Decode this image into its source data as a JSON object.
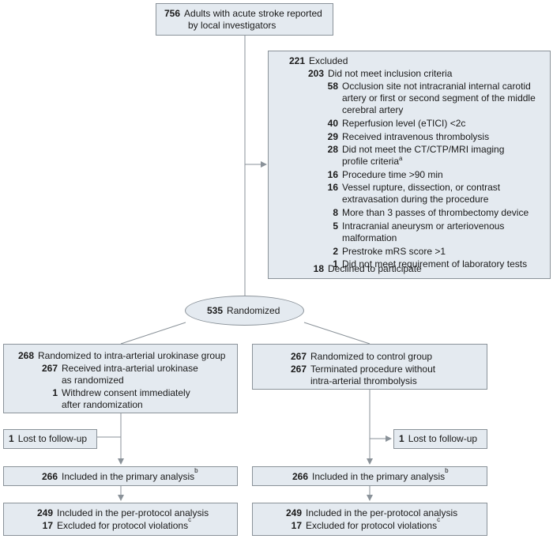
{
  "top": {
    "n": "756",
    "line1": "Adults with acute stroke reported",
    "line2": "by local investigators"
  },
  "excluded": {
    "total_n": "221",
    "total_label": "Excluded",
    "criteria_n": "203",
    "criteria_label": "Did not meet inclusion criteria",
    "reasons": [
      {
        "n": "58",
        "lines": [
          "Occlusion site not intracranial internal carotid",
          "artery or first or second segment of the middle",
          "cerebral artery"
        ]
      },
      {
        "n": "40",
        "lines": [
          "Reperfusion level (eTICI) <2c"
        ]
      },
      {
        "n": "29",
        "lines": [
          "Received intravenous thrombolysis"
        ]
      },
      {
        "n": "28",
        "lines": [
          "Did not meet the CT/CTP/MRI imaging",
          "profile criteria"
        ],
        "sup": "a"
      },
      {
        "n": "16",
        "lines": [
          "Procedure time >90 min"
        ]
      },
      {
        "n": "16",
        "lines": [
          "Vessel rupture, dissection, or contrast",
          "extravasation during the procedure"
        ]
      },
      {
        "n": "8",
        "lines": [
          "More than 3 passes of thrombectomy device"
        ]
      },
      {
        "n": "5",
        "lines": [
          "Intracranial aneurysm or arteriovenous",
          "malformation"
        ]
      },
      {
        "n": "2",
        "lines": [
          "Prestroke mRS score >1"
        ]
      },
      {
        "n": "1",
        "lines": [
          "Did not meet requirement of laboratory tests"
        ]
      }
    ],
    "declined_n": "18",
    "declined_label": "Declined to participate"
  },
  "randomized": {
    "n": "535",
    "label": "Randomized"
  },
  "left": {
    "alloc_n": "268",
    "alloc_label": "Randomized to intra-arterial urokinase group",
    "recv_n": "267",
    "recv_line1": "Received intra-arterial urokinase",
    "recv_line2": "as randomized",
    "withdrew_n": "1",
    "withdrew_line1": "Withdrew consent immediately",
    "withdrew_line2": "after randomization",
    "lost_n": "1",
    "lost_label": "Lost to follow-up",
    "primary_n": "266",
    "primary_label": "Included in the primary analysis",
    "primary_sup": "b",
    "pp_n": "249",
    "pp_label": "Included in the per-protocol analysis",
    "viol_n": "17",
    "viol_label": "Excluded for protocol violations",
    "viol_sup": "c"
  },
  "right": {
    "alloc_n": "267",
    "alloc_label": "Randomized to control group",
    "term_n": "267",
    "term_line1": "Terminated procedure without",
    "term_line2": "intra-arterial thrombolysis",
    "lost_n": "1",
    "lost_label": "Lost to follow-up",
    "primary_n": "266",
    "primary_label": "Included in the primary analysis",
    "primary_sup": "b",
    "pp_n": "249",
    "pp_label": "Included in the per-protocol analysis",
    "viol_n": "17",
    "viol_label": "Excluded for protocol violations",
    "viol_sup": "c"
  }
}
